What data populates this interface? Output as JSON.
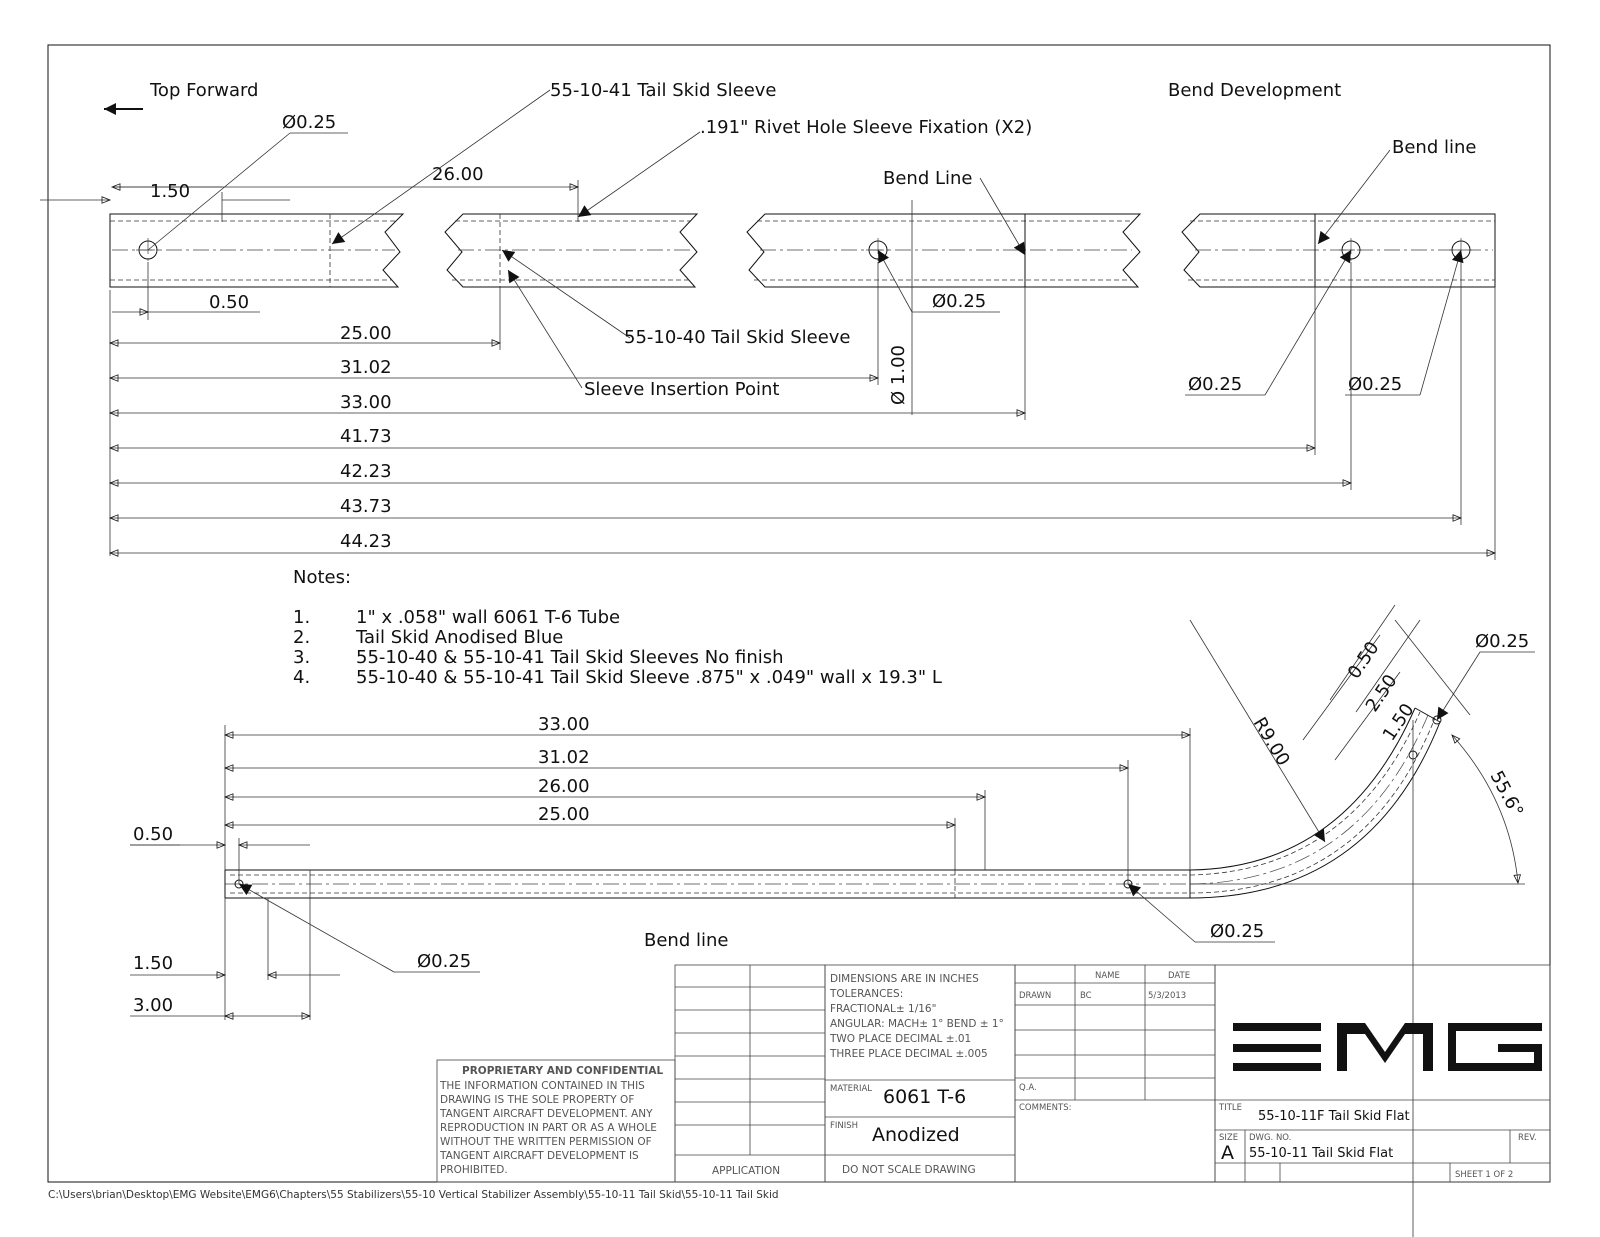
{
  "labels": {
    "top_forward": "Top Forward",
    "bend_development": "Bend Development",
    "sleeve_41": "55-10-41 Tail Skid Sleeve",
    "rivet_hole": ".191\" Rivet Hole Sleeve Fixation (X2)",
    "bend_line_upper": "Bend Line",
    "bend_line_right": "Bend line",
    "sleeve_40": "55-10-40 Tail Skid Sleeve",
    "sleeve_insertion": "Sleeve Insertion Point",
    "bend_line_lower": "Bend line"
  },
  "dims_top": {
    "d150": "1.50",
    "d2600": "26.00",
    "dia1": "Ø0.25",
    "d050": "0.50",
    "dia2": "Ø0.25",
    "d2500": "25.00",
    "d3102": "31.02",
    "d3300": "33.00",
    "d4173": "41.73",
    "d4223": "42.23",
    "d4373": "43.73",
    "d4423": "44.23",
    "dia_tube": "Ø 1.00",
    "dia3": "Ø0.25",
    "dia4": "Ø0.25"
  },
  "notes": {
    "title": "Notes:",
    "items": [
      {
        "num": "1.",
        "text": "1\" x .058\" wall 6061 T-6 Tube"
      },
      {
        "num": "2.",
        "text": "Tail Skid Anodised Blue"
      },
      {
        "num": "3.",
        "text": "55-10-40 & 55-10-41 Tail Skid Sleeves No finish"
      },
      {
        "num": "4.",
        "text": "55-10-40 & 55-10-41 Tail Skid Sleeve .875\" x .049\" wall x 19.3\" L"
      }
    ]
  },
  "dims_bottom": {
    "d3300": "33.00",
    "d3102": "31.02",
    "d2600": "26.00",
    "d2500": "25.00",
    "d050": "0.50",
    "d150": "1.50",
    "d300": "3.00",
    "dia_left": "Ø0.25",
    "dia_mid": "Ø0.25",
    "dia_right": "Ø0.25",
    "r900": "R9.00",
    "b050": "0.50",
    "b250": "2.50",
    "b150": "1.50",
    "angle": "55.6°"
  },
  "title_block": {
    "proprietary_title": "PROPRIETARY AND CONFIDENTIAL",
    "proprietary_lines": [
      "THE INFORMATION CONTAINED IN THIS",
      "DRAWING IS THE SOLE PROPERTY OF",
      "TANGENT AIRCRAFT DEVELOPMENT.  ANY",
      "REPRODUCTION IN PART OR AS A WHOLE",
      "WITHOUT THE WRITTEN PERMISSION OF",
      "TANGENT AIRCRAFT DEVELOPMENT IS",
      "PROHIBITED."
    ],
    "application": "APPLICATION",
    "tolerance_lines": [
      "DIMENSIONS ARE IN INCHES",
      "TOLERANCES:",
      "FRACTIONAL± 1/16\"",
      "ANGULAR: MACH± 1° BEND ± 1°",
      "TWO PLACE DECIMAL    ±.01",
      "THREE PLACE DECIMAL  ±.005"
    ],
    "material_label": "MATERIAL",
    "material_value": "6061 T-6",
    "finish_label": "FINISH",
    "finish_value": "Anodized",
    "do_not_scale": "DO NOT SCALE DRAWING",
    "name_header": "NAME",
    "date_header": "DATE",
    "drawn_label": "DRAWN",
    "drawn_name": "BC",
    "drawn_date": "5/3/2013",
    "qa_label": "Q.A.",
    "comments_label": "COMMENTS:",
    "logo_text": "EMG",
    "title_label": "TITLE",
    "title_value": "55-10-11F Tail Skid Flat",
    "size_label": "SIZE",
    "size_value": "A",
    "dwg_label": "DWG.  NO.",
    "dwg_value": "55-10-11 Tail Skid Flat",
    "rev_label": "REV.",
    "sheet": "SHEET 1 OF 2"
  },
  "file_path": "C:\\Users\\brian\\Desktop\\EMG Website\\EMG6\\Chapters\\55 Stabilizers\\55-10 Vertical Stabilizer Assembly\\55-10-11 Tail Skid\\55-10-11 Tail Skid"
}
